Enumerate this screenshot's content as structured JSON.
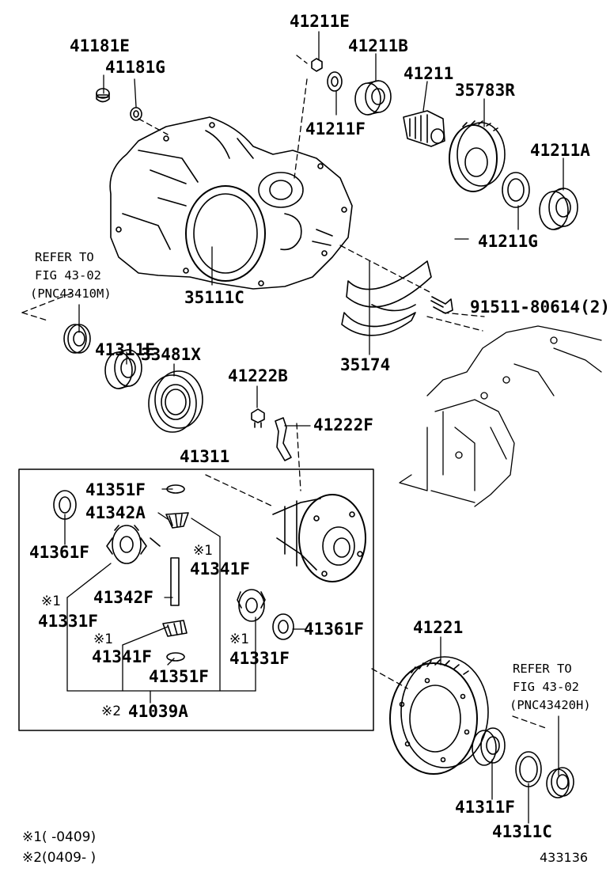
{
  "parts": {
    "p41181E": "41181E",
    "p41181G": "41181G",
    "p41211E": "41211E",
    "p41211B": "41211B",
    "p41211": "41211",
    "p41211F": "41211F",
    "p35783R": "35783R",
    "p41211A": "41211A",
    "p41211G": "41211G",
    "p91511": "91511-80614(2)",
    "p35111C": "35111C",
    "p35174": "35174",
    "p41311E": "41311E",
    "p33481X": "33481X",
    "p41222B": "41222B",
    "p41222F": "41222F",
    "p41311": "41311",
    "p41351F_top": "41351F",
    "p41342A": "41342A",
    "p41361F_left": "41361F",
    "p41341F_right": "41341F",
    "p41342F": "41342F",
    "p41331F_left": "41331F",
    "p41361F_right": "41361F",
    "p41341F_left": "41341F",
    "p41331F_right": "41331F",
    "p41351F_bottom": "41351F",
    "p41039A": "41039A",
    "p41221": "41221",
    "p41311F": "41311F",
    "p41311C": "41311C"
  },
  "marks": {
    "m1": "※1",
    "m2": "※2"
  },
  "refs": {
    "left": [
      "REFER TO",
      "FIG 43-02",
      "(PNC43410M)"
    ],
    "right": [
      "REFER TO",
      "FIG 43-02",
      "(PNC43420H)"
    ]
  },
  "notes": {
    "n1": "※1(    -0409)",
    "n2": "※2(0409-    )"
  },
  "figure_number": "433136"
}
